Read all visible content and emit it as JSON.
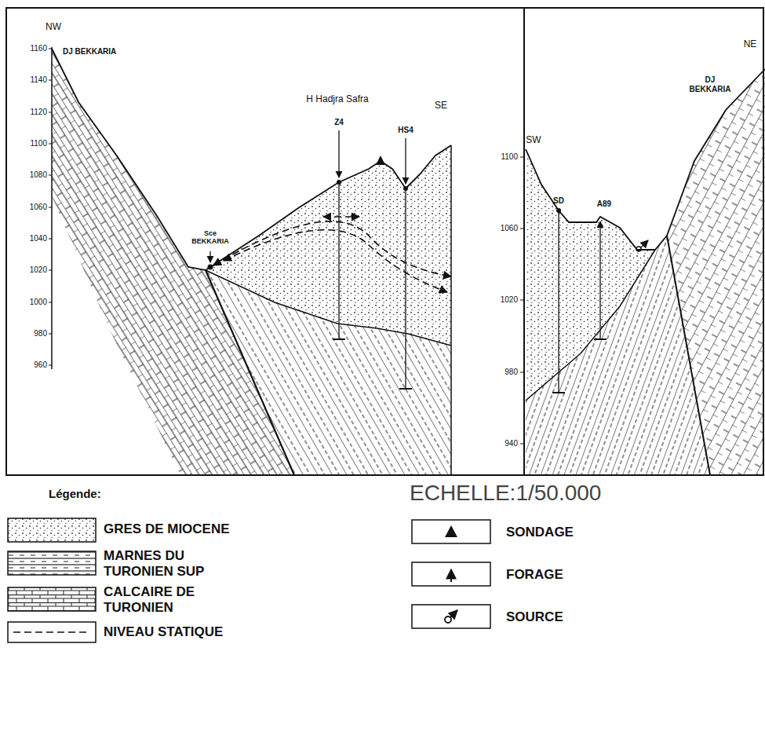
{
  "diagram": {
    "labels": [
      "NW",
      "DJ BEKKARIA",
      "1160",
      "1140",
      "1120",
      "1100",
      "1080",
      "1060",
      "1040",
      "1020",
      "1000",
      "980",
      "960",
      "H Hadjra Safra",
      "SE",
      "Z4",
      "HS4",
      "Sce BEKKARIA",
      "SW",
      "NE",
      "DJ BEKKARIA",
      "SD",
      "A89",
      "1100",
      "1060",
      "1020",
      "980",
      "940",
      "Légende:",
      "ECHELLE:1/50.000"
    ],
    "legend": [
      {
        "text": "GRES DE MIOCENE"
      },
      {
        "text": "MARNES DU TURONIEN SUP"
      },
      {
        "text": "CALCAIRE DE TURONIEN"
      },
      {
        "text": "NIVEAU STATIQUE"
      },
      {
        "text": "SONDAGE"
      },
      {
        "text": "FORAGE"
      },
      {
        "text": "SOURCE"
      }
    ]
  }
}
